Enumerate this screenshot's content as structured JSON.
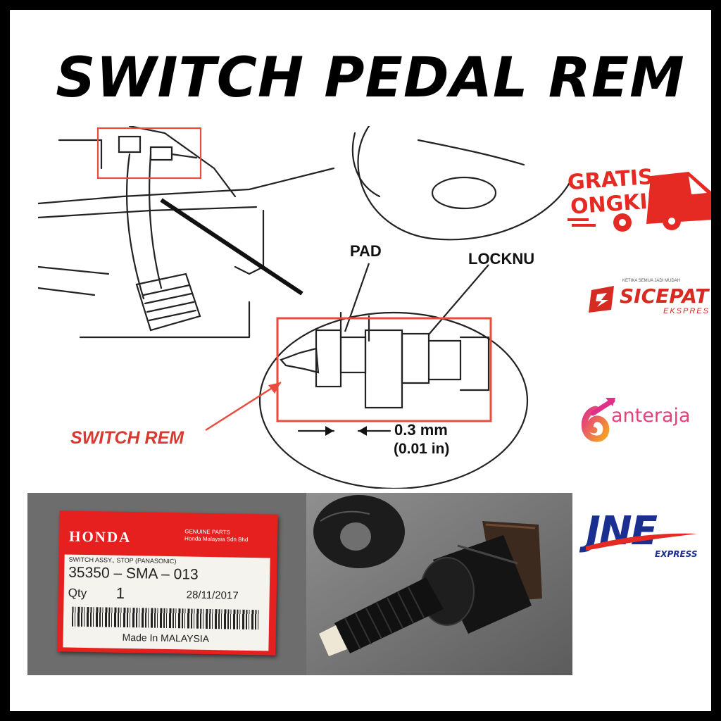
{
  "title": "SWITCH PEDAL REM",
  "diagram": {
    "pad_label": "PAD",
    "locknut_label": "LOCKNU",
    "gap_mm": "0.3 mm",
    "gap_in": "(0.01 in)",
    "callout_label": "SWITCH REM"
  },
  "label": {
    "brand": "HONDA",
    "genuine_line1": "GENUINE PARTS",
    "genuine_line2": "Honda Malaysia Sdn Bhd",
    "description": "SWITCH ASSY., STOP (PANASONIC)",
    "part_number": "35350 – SMA – 013",
    "qty_label": "Qty",
    "qty_value": "1",
    "date": "28/11/2017",
    "origin": "Made In MALAYSIA"
  },
  "shipping": {
    "gratis_line1": "GRATIS",
    "gratis_line2": "ONGKIR",
    "asterisk": "*",
    "sicepat_tagline": "KETIKA SEMUA JADI MUDAH",
    "sicepat_name": "SICEPAT",
    "sicepat_sub": "EKSPRES",
    "anteraja_name": "anteraja",
    "jne_name": "JNE",
    "jne_sub": "EXPRESS"
  },
  "colors": {
    "accent_red": "#e5201f",
    "jne_blue": "#1a2f8f",
    "anteraja_pink": "#e6407b"
  }
}
